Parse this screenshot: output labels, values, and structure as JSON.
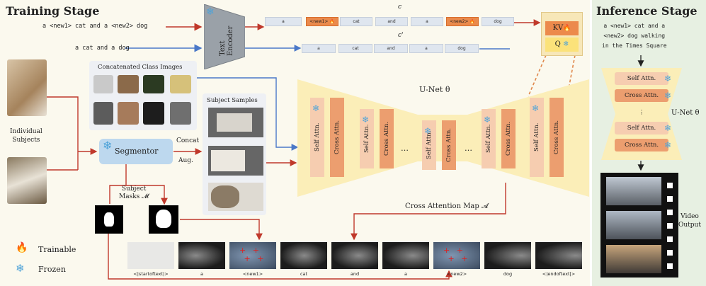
{
  "training_title": "Training Stage",
  "inference_title": "Inference Stage",
  "prompt_custom": "a <new1> cat and a <new2> dog",
  "prompt_class": "a cat and a dog",
  "text_encoder": "Text\nEncoder",
  "token_row_c_label": "c",
  "token_row_c_prime_label": "c'",
  "tokens_c": [
    "a",
    "<new1>",
    "cat",
    "and",
    "a",
    "<new2>",
    "dog"
  ],
  "tokens_c_prime": [
    "a",
    "cat",
    "and",
    "a",
    "dog"
  ],
  "kv_label": "KV",
  "q_label": "Q",
  "concat_class_title": "Concatenated Class Images",
  "subject_samples_title": "Subject Samples",
  "individual_subjects": "Individual\nSubjects",
  "segmentor": "Segmentor",
  "concat_label": "Concat",
  "aug_label": "Aug.",
  "subject_masks": "Subject\nMasks 𝓜",
  "unet_label": "U-Net θ",
  "self_attn": "Self Attn.",
  "cross_attn": "Cross Attn.",
  "ellipsis": "…",
  "cross_attn_map": "Cross Attention Map 𝓐",
  "heatmap_labels": [
    "<|startoftext|>",
    "a",
    "<new1>",
    "cat",
    "and",
    "a",
    "<new2>",
    "dog",
    "<|endoftext|>"
  ],
  "legend_trainable": "Trainable",
  "legend_frozen": "Frozen",
  "inference_prompt": "a <new1> cat and a\n<new2> dog walking\nin the Times Square",
  "side_blocks": [
    "Self Attn.",
    "Cross Attn.",
    "⋮",
    "Self Attn.",
    "Cross Attn."
  ],
  "side_unet": "U-Net θ",
  "video_output": "Video\nOutput",
  "colors": {
    "red_arrow": "#c0392b",
    "blue_arrow": "#4a78c8",
    "token": "#dfe6ef",
    "token_highlight": "#ea8a4c",
    "self_attn": "#f6cdb0",
    "cross_attn": "#ec9e6f",
    "segmentor": "#bdd8ee",
    "unet_bg": "#fbeeb8",
    "kv": "#ec8a4c",
    "q": "#fbe27a",
    "inference_panel": "#e7f0e2"
  },
  "icons": {
    "frozen": "snowflake-icon",
    "trainable": "flame-icon"
  }
}
